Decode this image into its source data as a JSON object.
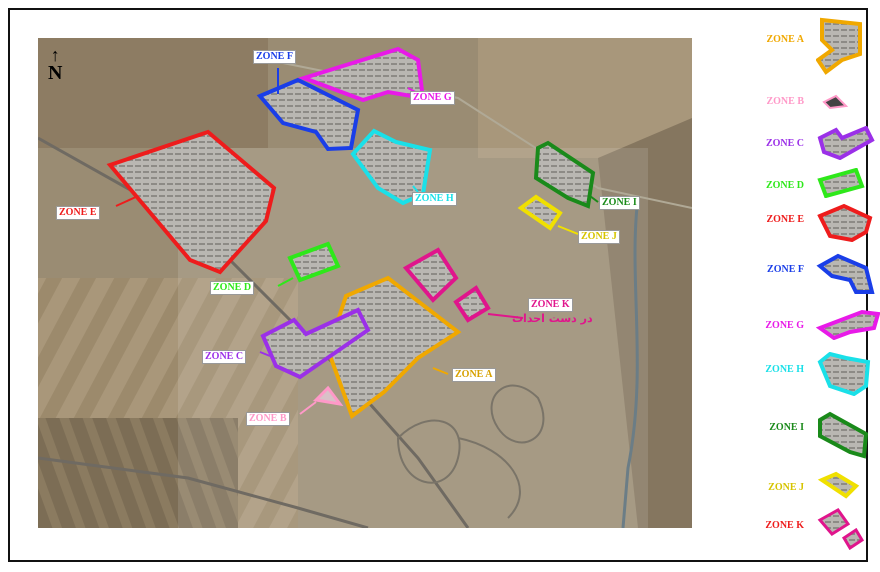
{
  "map": {
    "north_label": "N",
    "persian_label": "در دست احداث"
  },
  "zones": [
    {
      "id": "A",
      "label": "ZONE A",
      "color": "#f0a800"
    },
    {
      "id": "B",
      "label": "ZONE B",
      "color": "#ff99c8"
    },
    {
      "id": "C",
      "label": "ZONE C",
      "color": "#9b30e8"
    },
    {
      "id": "D",
      "label": "ZONE D",
      "color": "#2ee81a"
    },
    {
      "id": "E",
      "label": "ZONE E",
      "color": "#ee1c1c"
    },
    {
      "id": "F",
      "label": "ZONE F",
      "color": "#1a3ee8"
    },
    {
      "id": "G",
      "label": "ZONE G",
      "color": "#e81ae8"
    },
    {
      "id": "H",
      "label": "ZONE H",
      "color": "#1ae0e8"
    },
    {
      "id": "I",
      "label": "ZONE I",
      "color": "#1a8a1a"
    },
    {
      "id": "J",
      "label": "ZONE J",
      "color": "#f0e000"
    },
    {
      "id": "K",
      "label": "ZONE K",
      "color": "#e0158c"
    }
  ]
}
